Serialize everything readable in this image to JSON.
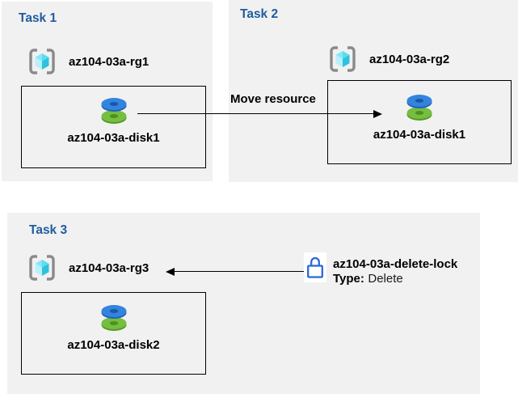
{
  "colors": {
    "panel_background": "#f1f1f1",
    "title_text_blue": "#1e5c9e",
    "label_text": "#000000",
    "arrow": "#000000",
    "lock_icon_blue": "#2b68d5",
    "disk_top_blue": "#3484dd",
    "disk_bottom_green": "#74be41",
    "cube_cyan_dark": "#2fc2df",
    "cube_cyan_light": "#b7f1fa",
    "bracket_gray": "#8a8a8a"
  },
  "tasks": [
    {
      "title": "Task 1",
      "resource_group_label": "az104-03a-rg1",
      "disk_label": "az104-03a-disk1"
    },
    {
      "title": "Task 2",
      "resource_group_label": "az104-03a-rg2",
      "disk_label": "az104-03a-disk1"
    },
    {
      "title": "Task 3",
      "resource_group_label": "az104-03a-rg3",
      "disk_label": "az104-03a-disk2"
    }
  ],
  "annotations": {
    "move_arrow_label": "Move resource",
    "lock_name": "az104-03a-delete-lock",
    "lock_type_label": "Type:",
    "lock_type_value": "Delete"
  }
}
